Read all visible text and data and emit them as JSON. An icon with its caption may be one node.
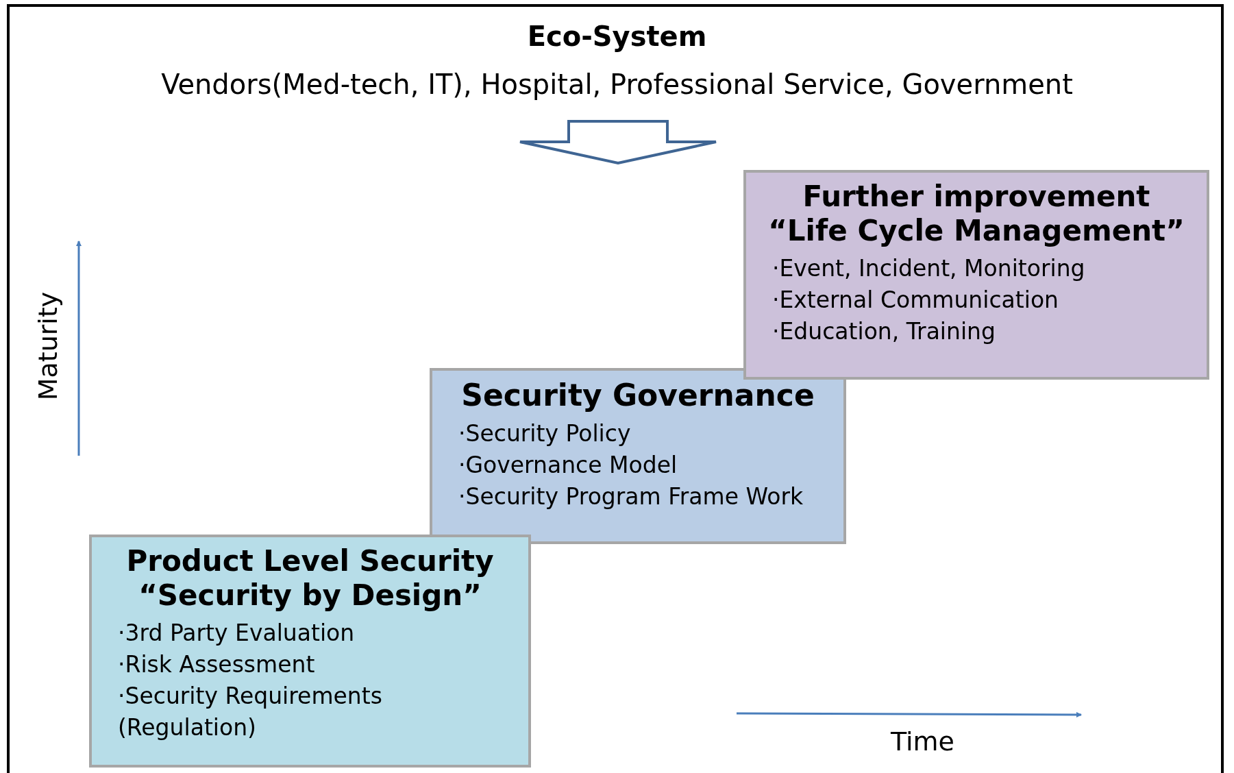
{
  "diagram": {
    "title": "Eco-System",
    "nodes": [
      {
        "text": [
          "Further improvement “Life Cycle Management”",
          "·Event, Incident, Monitoring",
          "·External Communication",
          "·Education, Training"
        ]
      },
      {
        "text": [
          "Security Governance",
          "·Security Policy",
          "·Governance Model",
          "·Security Program Frame Work"
        ]
      },
      {
        "text": [
          "Product Level  Security “Security by Design”",
          "·3rd Party Evaluation",
          "·Risk Assessment",
          "·Security Requirements (Regulation)"
        ]
      }
    ],
    "labels": [
      "Vendors(Med-tech, IT), Hospital, Professional Service, Government",
      "Maturity",
      "Time"
    ]
  }
}
